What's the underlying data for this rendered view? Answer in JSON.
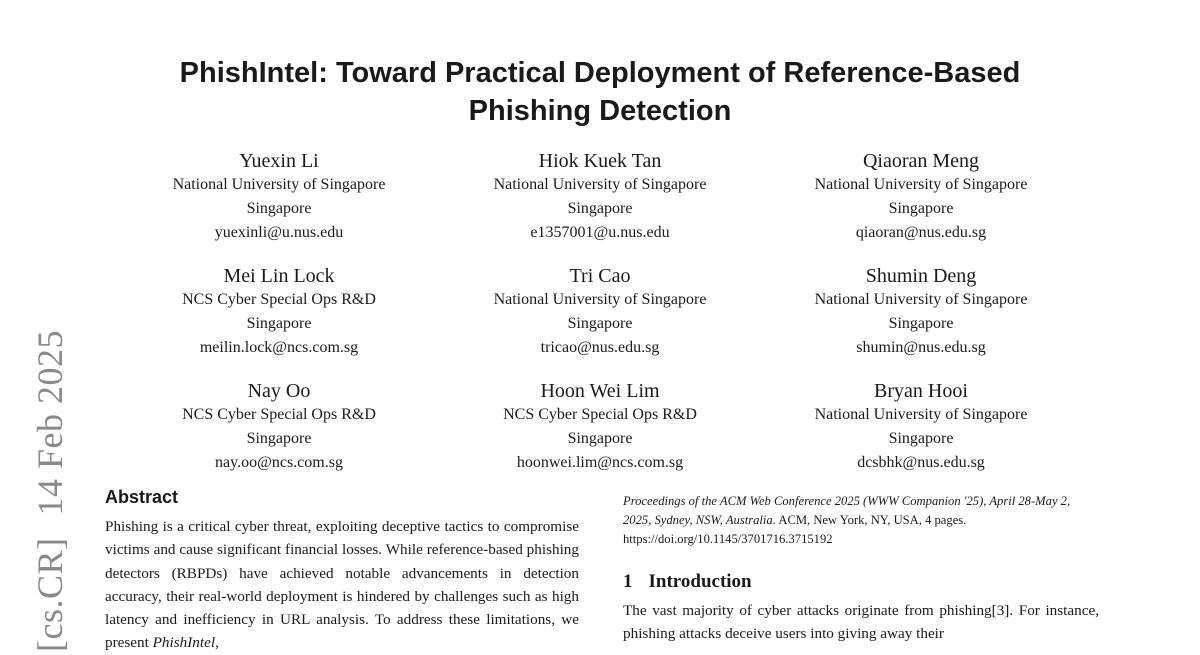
{
  "title": {
    "line1": "PhishIntel: Toward Practical Deployment of Reference-Based",
    "line2": "Phishing Detection"
  },
  "arxiv_stamp": {
    "category": "[cs.CR]",
    "date": "14 Feb 2025"
  },
  "authors": [
    {
      "name": "Yuexin Li",
      "affiliation": "National University of Singapore",
      "country": "Singapore",
      "email": "yuexinli@u.nus.edu"
    },
    {
      "name": "Hiok Kuek Tan",
      "affiliation": "National University of Singapore",
      "country": "Singapore",
      "email": "e1357001@u.nus.edu"
    },
    {
      "name": "Qiaoran Meng",
      "affiliation": "National University of Singapore",
      "country": "Singapore",
      "email": "qiaoran@nus.edu.sg"
    },
    {
      "name": "Mei Lin Lock",
      "affiliation": "NCS Cyber Special Ops R&D",
      "country": "Singapore",
      "email": "meilin.lock@ncs.com.sg"
    },
    {
      "name": "Tri Cao",
      "affiliation": "National University of Singapore",
      "country": "Singapore",
      "email": "tricao@nus.edu.sg"
    },
    {
      "name": "Shumin Deng",
      "affiliation": "National University of Singapore",
      "country": "Singapore",
      "email": "shumin@nus.edu.sg"
    },
    {
      "name": "Nay Oo",
      "affiliation": "NCS Cyber Special Ops R&D",
      "country": "Singapore",
      "email": "nay.oo@ncs.com.sg"
    },
    {
      "name": "Hoon Wei Lim",
      "affiliation": "NCS Cyber Special Ops R&D",
      "country": "Singapore",
      "email": "hoonwei.lim@ncs.com.sg"
    },
    {
      "name": "Bryan Hooi",
      "affiliation": "National University of Singapore",
      "country": "Singapore",
      "email": "dcsbhk@nus.edu.sg"
    }
  ],
  "abstract": {
    "heading": "Abstract",
    "text_before": "Phishing is a critical cyber threat, exploiting deceptive tactics to compromise victims and cause significant financial losses. While reference-based phishing detectors (RBPDs) have achieved notable advancements in detection accuracy, their real-world deployment is hindered by challenges such as high latency and inefficiency in URL analysis. To address these limitations, we present ",
    "emphasis": "PhishIntel",
    "text_after": ","
  },
  "reference": {
    "italic": "Proceedings of the ACM Web Conference 2025 (WWW Companion '25), April 28-May 2, 2025, Sydney, NSW, Australia.",
    "rest": " ACM, New York, NY, USA, 4 pages.",
    "doi": "https://doi.org/10.1145/3701716.3715192"
  },
  "introduction": {
    "number": "1",
    "heading": "Introduction",
    "text": "The vast majority of cyber attacks originate from phishing[3]. For instance, phishing attacks deceive users into giving away their"
  }
}
